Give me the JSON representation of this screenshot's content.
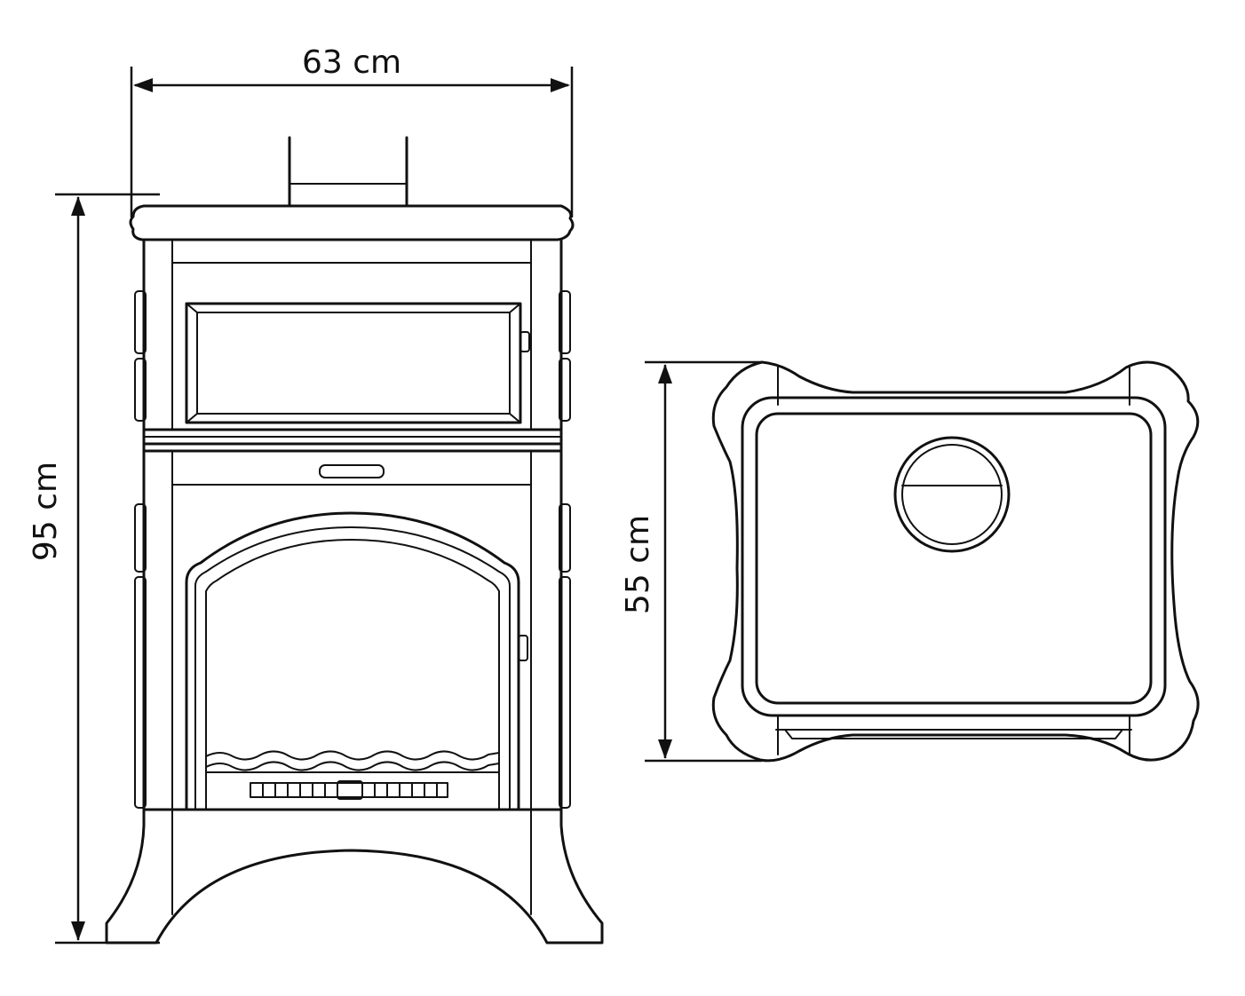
{
  "diagram": {
    "width_label": "63 cm",
    "height_label": "95 cm",
    "depth_label": "55 cm"
  },
  "colors": {
    "ink": "#111111",
    "background": "#ffffff"
  }
}
